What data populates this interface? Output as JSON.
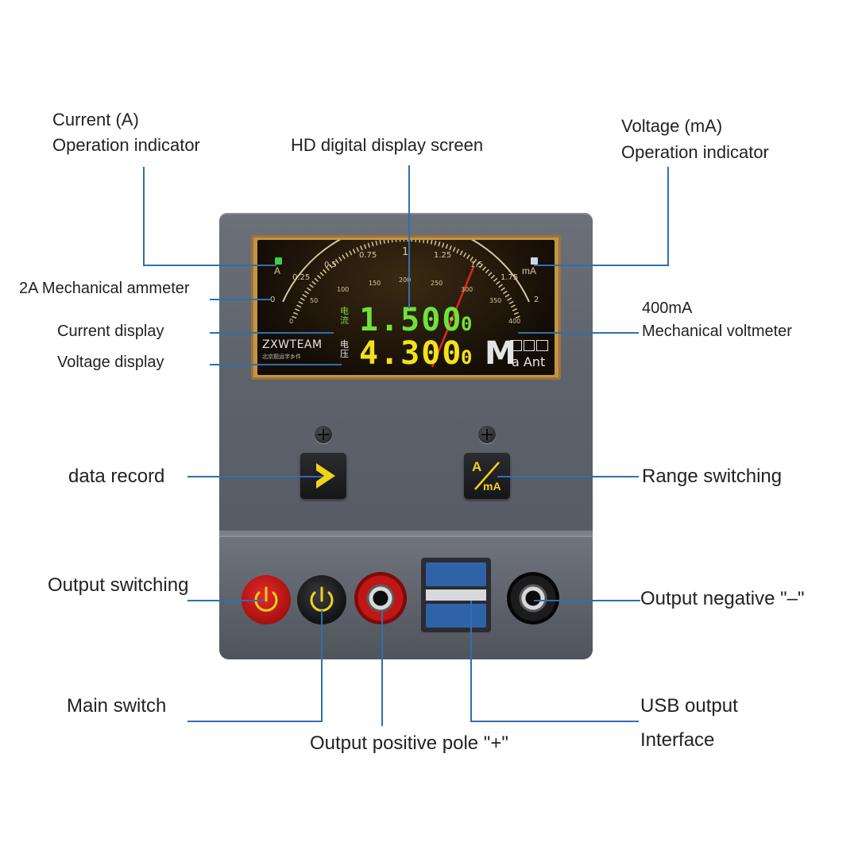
{
  "labels": {
    "current_indicator_line1": "Current (A)",
    "current_indicator_line2": "Operation indicator",
    "hd_display": "HD digital display screen",
    "voltage_indicator_line1": "Voltage (mA)",
    "voltage_indicator_line2": "Operation indicator",
    "ammeter": "2A Mechanical ammeter",
    "current_display": "Current display",
    "voltage_display": "Voltage display",
    "voltmeter_line1": "400mA",
    "voltmeter_line2": "Mechanical voltmeter",
    "data_record": "data record",
    "range_switching": "Range switching",
    "output_switching": "Output switching",
    "output_negative": "Output negative \"–\"",
    "main_switch": "Main switch",
    "output_positive": "Output positive pole \"+\"",
    "usb_line1": "USB output",
    "usb_line2": "Interface"
  },
  "screen": {
    "indicator_a": "A",
    "indicator_ma": "mA",
    "top_scale": [
      "0",
      "0.25",
      "0.5",
      "0.75",
      "1",
      "1.25",
      "1.5",
      "1.75",
      "2"
    ],
    "bottom_scale": [
      "0",
      "50",
      "100",
      "150",
      "200",
      "250",
      "300",
      "350",
      "400"
    ],
    "current_value": "1.500",
    "current_unit": "0",
    "voltage_value": "4.300",
    "voltage_unit": "0",
    "brand": "ZXWTEAM",
    "brand_sub": "北京题运字乡件",
    "current_cn": "电流",
    "voltage_cn": "电压",
    "mode_big": "M",
    "mode_small": "a Ant"
  },
  "buttons": {
    "range_top": "A",
    "range_bottom": "mA"
  },
  "colors": {
    "leader": "#2f6fb0",
    "current_readout": "#6fe23a",
    "voltage_readout": "#f2e21a",
    "indicator_a": "#39d14a",
    "indicator_ma": "#cfd6e8",
    "needle": "#e0281e",
    "button_glyph": "#f2d21a"
  }
}
